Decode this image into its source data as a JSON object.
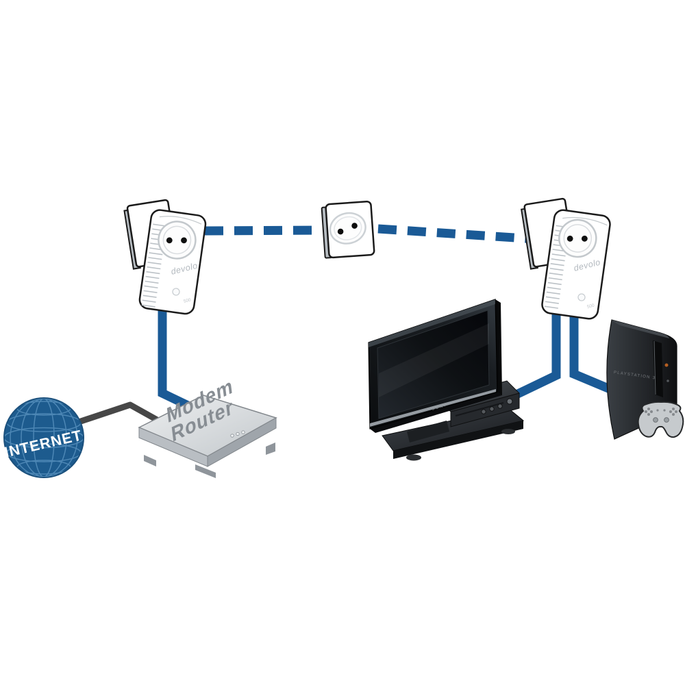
{
  "diagram": {
    "internet": {
      "label": "INTERNET"
    },
    "modem_router": {
      "label_line1": "Modem",
      "label_line2": "Router"
    },
    "adapter_left": {
      "brand": "devolo",
      "model": "500"
    },
    "adapter_right": {
      "brand": "devolo",
      "model": "500"
    },
    "tv": {
      "brand": "SONY"
    },
    "playstation": {
      "label": "PLAYSTATION 3"
    },
    "colors": {
      "cable_blue": "#1a5a96",
      "cable_dark": "#474747",
      "globe_fill": "#1d5b8e",
      "globe_grid": "#4d87b5",
      "globe_text": "#ffffff",
      "router_text": "#878d93",
      "adapter_brand_text": "#b3b9bf",
      "adapter_model_text": "#c3c8cc",
      "tv_brand_text": "#9ba0a5",
      "ps_label_text": "#75797d"
    }
  }
}
